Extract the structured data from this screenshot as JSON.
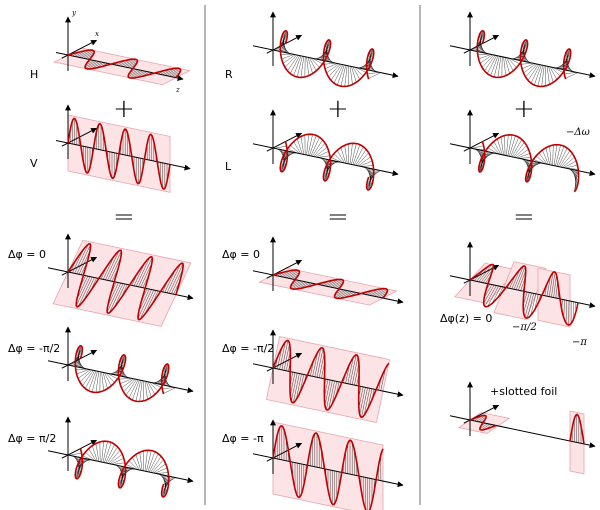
{
  "columns": [
    {
      "top_label": "H",
      "bottom_label": "V",
      "results": [
        "Δφ = 0",
        "Δφ = -π/2",
        "Δφ = π/2"
      ]
    },
    {
      "top_label": "R",
      "bottom_label": "L",
      "results": [
        "Δφ = 0",
        "Δφ = -π/2",
        "Δφ = -π"
      ]
    },
    {
      "right_note": "−Δω",
      "result": "Δφ(z) = 0",
      "phase_labels": [
        "−π/2",
        "−π"
      ],
      "foil_label": "+slotted foil"
    }
  ],
  "axes": {
    "x": "x",
    "y": "y",
    "z": "z"
  },
  "operators": {
    "plus": "+",
    "equals": "="
  },
  "colors": {
    "wave": "#c00000",
    "plane_fill": "#fbe3e6",
    "plane_stroke": "#e8a5ad",
    "divider": "#9e9e9e",
    "hatch": "#000000"
  },
  "icons": [
    "arrow-icon"
  ]
}
